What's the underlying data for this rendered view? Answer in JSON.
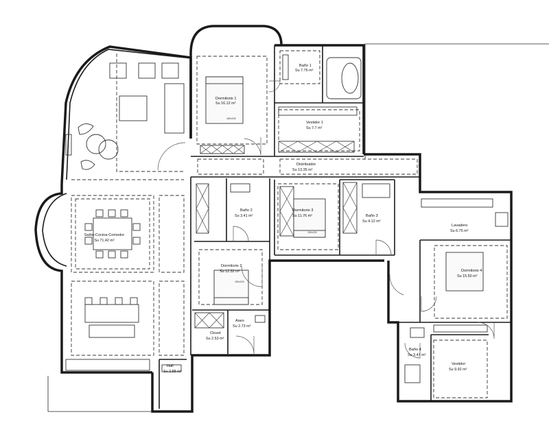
{
  "rooms": [
    {
      "id": "salon",
      "name": "Salón-Cocina-Comedor",
      "area": "Su 71.42 m²"
    },
    {
      "id": "dorm1",
      "name": "Dormitorio 1",
      "area": "Su 16.12 m²"
    },
    {
      "id": "bano1",
      "name": "Baño 1",
      "area": "Su 7.76 m²"
    },
    {
      "id": "vest1",
      "name": "Vestidor 1",
      "area": "Su 7.7  m²"
    },
    {
      "id": "distribuidor",
      "name": "Distribuidor",
      "area": "Su 13.35 m²"
    },
    {
      "id": "bano2",
      "name": "Baño 2",
      "area": "Su 3.41 m²"
    },
    {
      "id": "dorm3",
      "name": "Dormitorio 3",
      "area": "Su 11.76 m²"
    },
    {
      "id": "bano3",
      "name": "Baño 3",
      "area": "Su 4.12 m²"
    },
    {
      "id": "lavadero",
      "name": "Lavadero",
      "area": "Su 6.75 m²"
    },
    {
      "id": "dorm2",
      "name": "Dormitorio 2",
      "area": "Su 12.32 m²"
    },
    {
      "id": "dorm4",
      "name": "Dormitorio 4",
      "area": "Su 15.50 m²"
    },
    {
      "id": "closet",
      "name": "Closet",
      "area": "Su 2.53 m²"
    },
    {
      "id": "aseo",
      "name": "Aseo",
      "area": "Su 2.73 m²"
    },
    {
      "id": "bano4",
      "name": "Baño 4",
      "area": "Su 3.47 m²"
    },
    {
      "id": "vest4",
      "name": "Vestidor",
      "area": "Su 9.92 m²"
    },
    {
      "id": "hall",
      "name": "Hall",
      "area": "Su 2.88 m²"
    }
  ],
  "bed_labels": [
    "180x200",
    "150x200",
    "150x200"
  ],
  "colors": {
    "wall": "#1a1a1a",
    "line": "#333333",
    "background": "#ffffff"
  }
}
